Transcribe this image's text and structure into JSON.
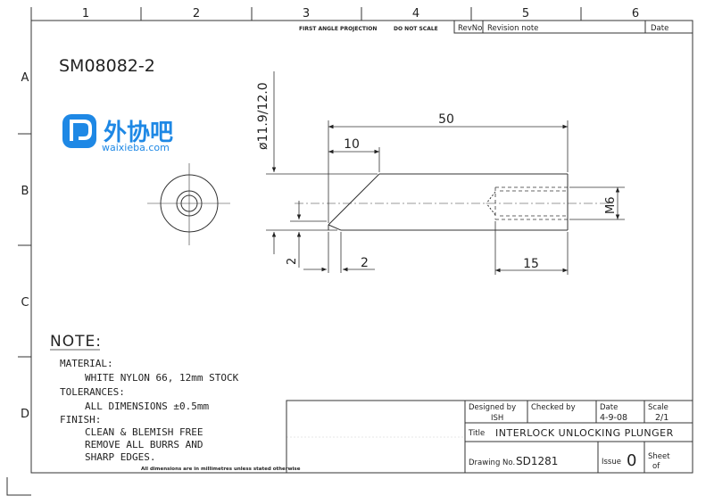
{
  "border": {
    "columns": [
      "1",
      "2",
      "3",
      "4",
      "5",
      "6"
    ],
    "rows": [
      "A",
      "B",
      "C",
      "D"
    ]
  },
  "header_notes": {
    "projection": "FIRST ANGLE PROJECTION",
    "scale_note": "DO NOT SCALE"
  },
  "revision_table": {
    "rev_label": "RevNo",
    "note_label": "Revision note",
    "date_label": "Date"
  },
  "part_number": "SM08082-2",
  "watermark": {
    "brand_text": "外协吧",
    "url": "waixieba.com",
    "logo_color": "#1e88e5"
  },
  "dimensions": {
    "diameter": "ø11.9/12.0",
    "overall_length": "50",
    "tip_length": "10",
    "thread": "M6",
    "tip_offset": "2",
    "tip_flat": "2",
    "thread_depth": "15"
  },
  "notes": {
    "heading": "NOTE:",
    "lines": [
      "MATERIAL:",
      "WHITE NYLON 66, 12mm STOCK",
      "TOLERANCES:",
      "ALL DIMENSIONS ±0.5mm",
      "FINISH:",
      "CLEAN & BLEMISH FREE",
      "REMOVE ALL BURRS AND",
      "SHARP EDGES."
    ],
    "footnote": "All dimensions are in millimetres unless stated otherwise"
  },
  "title_block": {
    "designed_by_label": "Designed by",
    "designed_by": "ISH",
    "checked_by_label": "Checked by",
    "date_label": "Date",
    "date": "4-9-08",
    "scale_label": "Scale",
    "scale": "2/1",
    "title_label": "Title",
    "title": "INTERLOCK UNLOCKING PLUNGER",
    "drawing_no_label": "Drawing No.",
    "drawing_no": "SD1281",
    "issue_label": "Issue",
    "issue": "0",
    "sheet_label": "Sheet",
    "sheet_of": "of"
  }
}
